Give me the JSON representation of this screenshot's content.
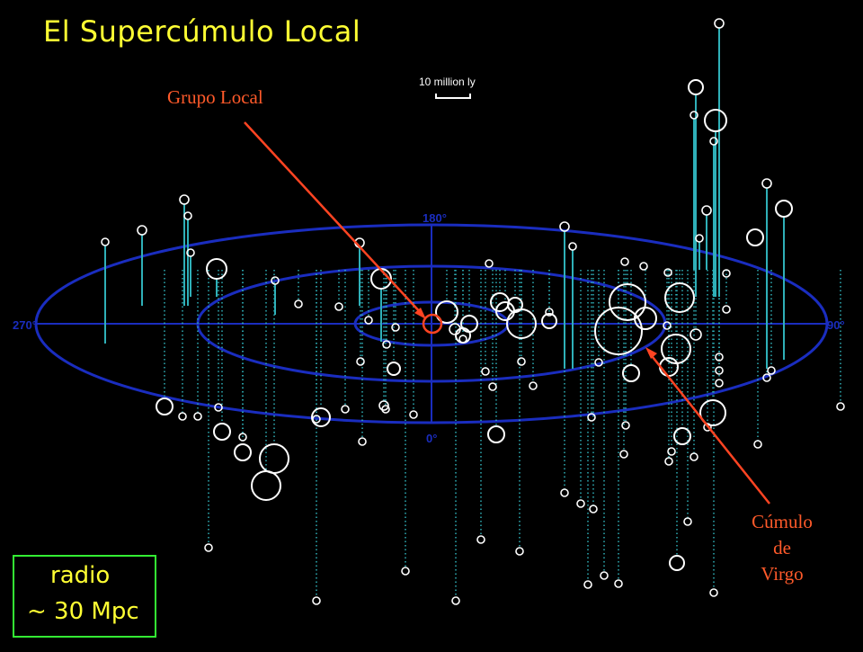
{
  "title": "El Supercúmulo Local",
  "labels": {
    "grupo_local": "Grupo Local",
    "virgo_line1": "Cúmulo",
    "virgo_line2": "de",
    "virgo_line3": "Virgo"
  },
  "radius_box": {
    "line1": "radio",
    "line2": "~ 30 Mpc"
  },
  "scale_bar": "10 million ly",
  "angle_labels": {
    "top": "180°",
    "bottom": "0°",
    "left": "270°",
    "right": "90°"
  },
  "colors": {
    "background": "#000000",
    "title": "#ffff33",
    "arrow": "#ff4422",
    "ellipses": "#1a2dbf",
    "stems": "#2fb0b8",
    "galaxies": "#ffffff",
    "box_border": "#33ee33"
  }
}
